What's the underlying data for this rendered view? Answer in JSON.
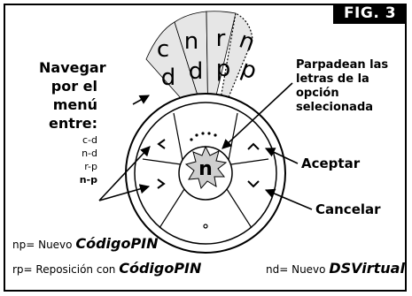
{
  "figure_label": "FIG. 3",
  "fan_letters": {
    "top": [
      "c",
      "n",
      "r",
      "n"
    ],
    "bottom": [
      "d",
      "d",
      "p",
      "p"
    ]
  },
  "center_glyph": "n",
  "navigate": {
    "title_lines": [
      "Navegar",
      "por el",
      "menú",
      "entre:"
    ],
    "options": [
      "c-d",
      "n-d",
      "r-p",
      "n-p"
    ],
    "selected_option": "n-p"
  },
  "blink_note_lines": [
    "Parpadean las",
    "letras de la",
    "opción",
    "selecionada"
  ],
  "accept_label": "Aceptar",
  "cancel_label": "Cancelar",
  "legend": [
    {
      "prefix": "np= Nuevo ",
      "emph": "CódigoPIN"
    },
    {
      "prefix": "rp= Reposición con ",
      "emph": "CódigoPIN"
    },
    {
      "prefix": "nd= Nuevo ",
      "emph": "DSVirtual"
    }
  ],
  "colors": {
    "fan_fill": "#e6e6e6",
    "ink": "#000000",
    "background": "#ffffff"
  }
}
